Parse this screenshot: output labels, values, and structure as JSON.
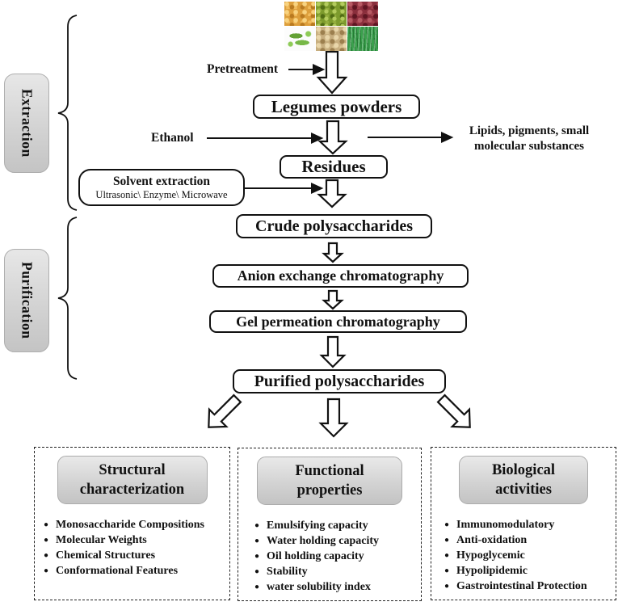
{
  "stages": {
    "extraction": "Extraction",
    "purification": "Purification"
  },
  "top": {
    "pretreatment": "Pretreatment",
    "legume_photos": [
      "soybeans",
      "mung-beans",
      "adzuki-beans",
      "green-peas",
      "chickpeas",
      "long-beans"
    ]
  },
  "flow": {
    "legumes_powders": "Legumes powders",
    "ethanol": "Ethanol",
    "byproducts": {
      "line1": "Lipids, pigments, small",
      "line2": "molecular substances"
    },
    "residues": "Residues",
    "solvent_extraction_title": "Solvent extraction",
    "solvent_extraction_sub": "Ultrasonic\\ Enzyme\\ Microwave",
    "crude_polysaccharides": "Crude polysaccharides",
    "anion_exchange": "Anion exchange chromatography",
    "gel_permeation": "Gel permeation chromatography",
    "purified_polysaccharides": "Purified polysaccharides"
  },
  "outputs": [
    {
      "title": "Structural characterization",
      "items": [
        "Monosaccharide Compositions",
        "Molecular Weights",
        "Chemical Structures",
        "Conformational Features"
      ]
    },
    {
      "title": "Functional properties",
      "items": [
        "Emulsifying capacity",
        "Water holding capacity",
        "Oil holding capacity",
        "Stability",
        "water solubility index"
      ]
    },
    {
      "title": "Biological activities",
      "items": [
        "Immunomodulatory",
        "Anti-oxidation",
        "Hypoglycemic",
        "Hypolipidemic",
        "Gastrointestinal Protection"
      ]
    }
  ],
  "colors": {
    "line": "#111111",
    "label_gray": "#d3d3d3",
    "background": "#ffffff"
  }
}
